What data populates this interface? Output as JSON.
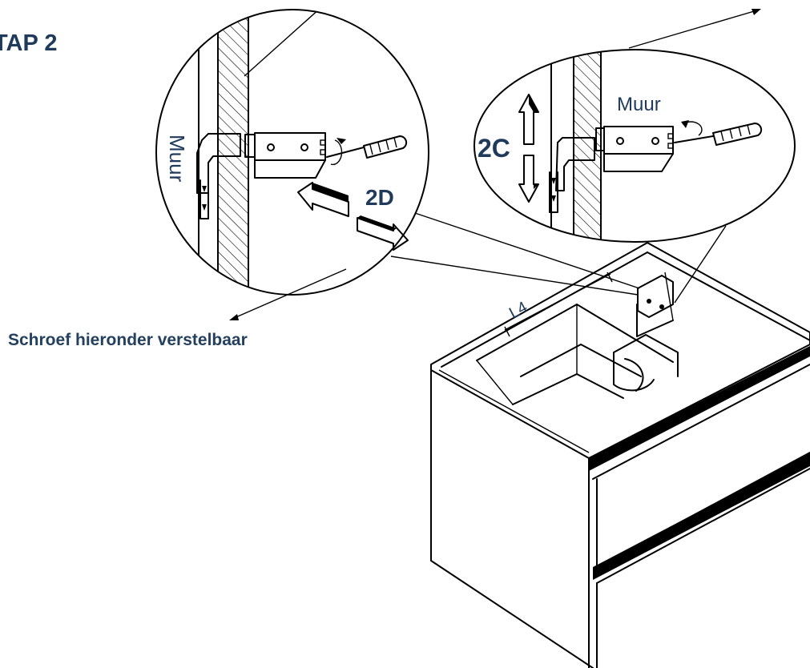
{
  "title": "TAP 2",
  "note": "Schroef hieronder verstelbaar",
  "left_detail": {
    "wall_label": "Muur",
    "callout": "2D"
  },
  "right_detail": {
    "wall_label": "Muur",
    "callout": "2C"
  },
  "cabinet": {
    "part_label": "L4"
  },
  "colors": {
    "label_text": "#1f3a5a",
    "line": "#000000"
  }
}
